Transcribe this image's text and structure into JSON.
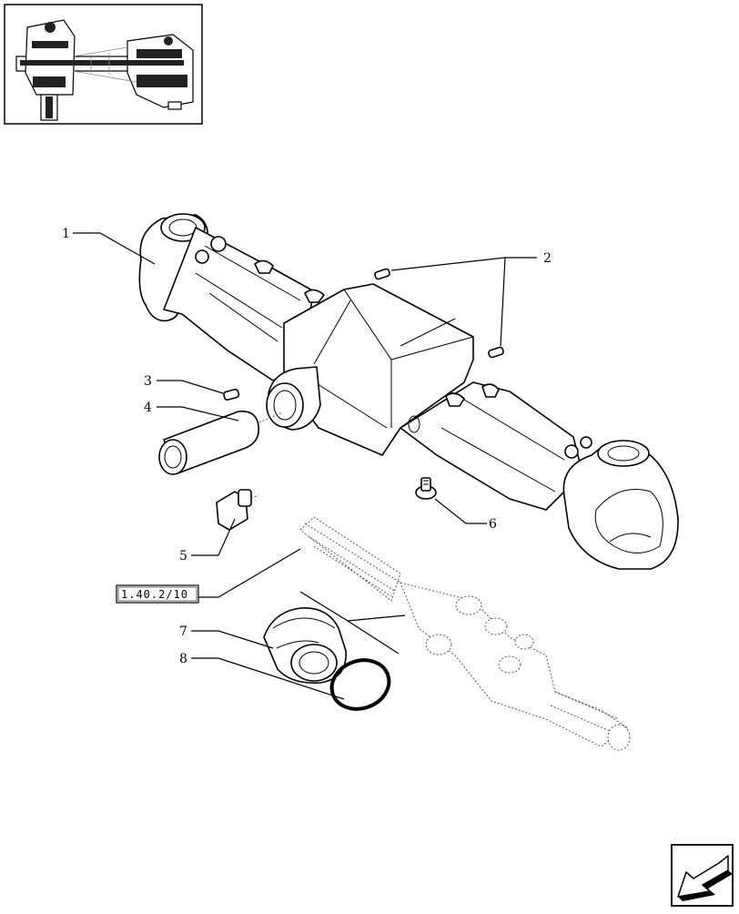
{
  "diagram": {
    "callouts": [
      {
        "id": "c1",
        "label": "1"
      },
      {
        "id": "c2",
        "label": "2"
      },
      {
        "id": "c3",
        "label": "3"
      },
      {
        "id": "c4",
        "label": "4"
      },
      {
        "id": "c5",
        "label": "5"
      },
      {
        "id": "c6",
        "label": "6"
      },
      {
        "id": "c7",
        "label": "7"
      },
      {
        "id": "c8",
        "label": "8"
      }
    ],
    "reference_box": "1.40.2/10"
  },
  "icons": {
    "thumbnail": "axle-overview-thumbnail",
    "navigation": "back-arrow-icon"
  }
}
